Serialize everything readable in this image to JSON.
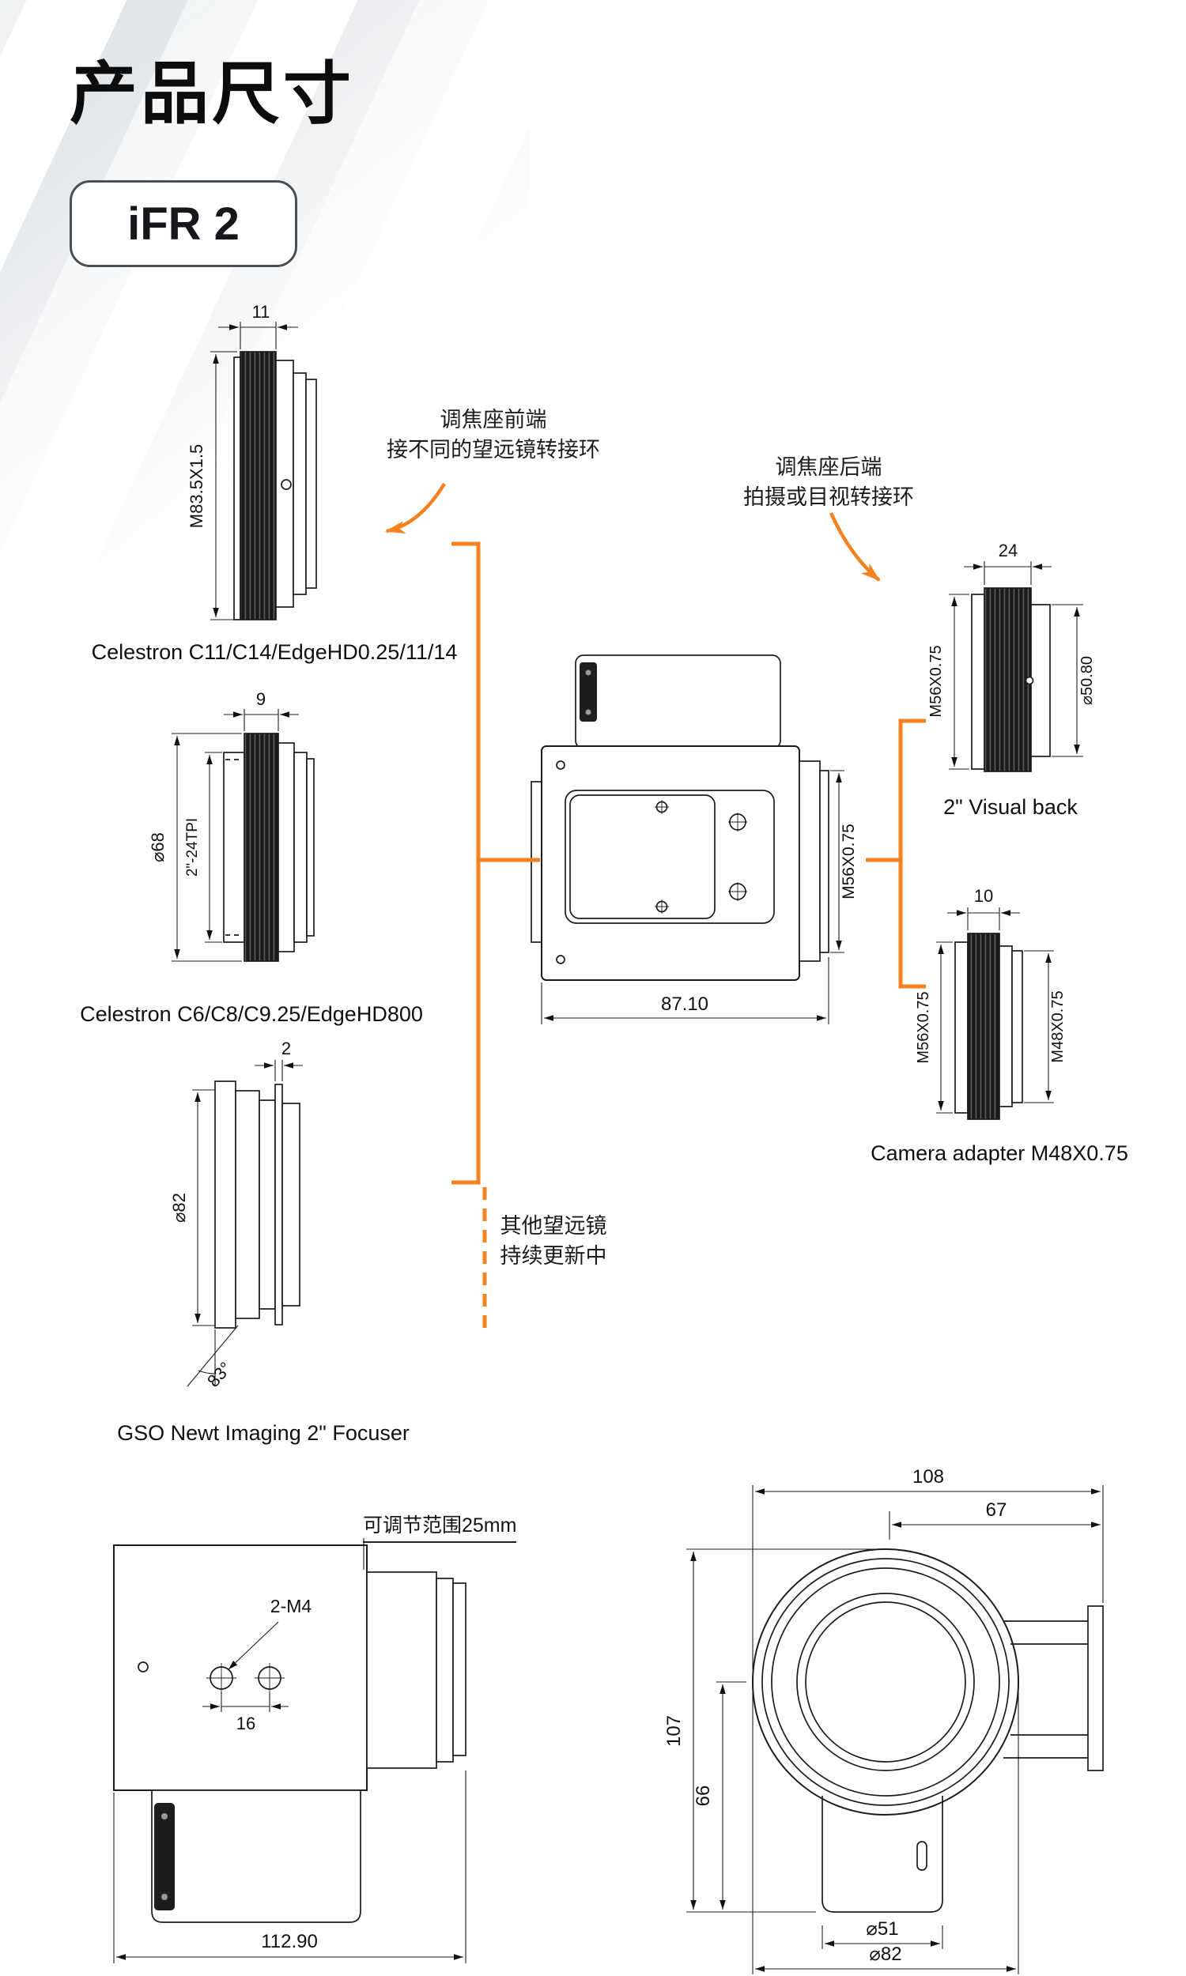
{
  "page": {
    "title": "产品尺寸",
    "badge": "iFR 2"
  },
  "colors": {
    "accent": "#F58220",
    "line": "#1c1c1c"
  },
  "notes": {
    "front": {
      "line1": "调焦座前端",
      "line2": "接不同的望远镜转接环"
    },
    "rear": {
      "line1": "调焦座后端",
      "line2": "拍摄或目视转接环"
    },
    "other": {
      "line1": "其他望远镜",
      "line2": "持续更新中"
    },
    "adjust_range": "可调节范围25mm"
  },
  "adapters": {
    "c11": {
      "label": "Celestron C11/C14/EdgeHD0.25/11/14",
      "width": "11",
      "thread": "M83.5X1.5"
    },
    "c8": {
      "label": "Celestron C6/C8/C9.25/EdgeHD800",
      "width": "9",
      "diameter": "⌀68",
      "thread": "2\"-24TPI"
    },
    "gso": {
      "label": "GSO Newt Imaging 2\" Focuser",
      "width": "2",
      "diameter": "⌀82",
      "angle": "83°"
    },
    "visual_back": {
      "label": "2\" Visual back",
      "width": "24",
      "thread_left": "M56X0.75",
      "bore": "⌀50.80"
    },
    "camera": {
      "label": "Camera adapter M48X0.75",
      "width": "10",
      "thread_left": "M56X0.75",
      "thread_right": "M48X0.75"
    }
  },
  "focuser_body": {
    "width": "87.10",
    "rear_thread": "M56X0.75"
  },
  "side_view": {
    "screw_label": "2-M4",
    "screw_spacing": "16",
    "total_length": "112.90"
  },
  "front_view": {
    "overall_width": "108",
    "plate_width": "67",
    "overall_height": "107",
    "lower_height": "66",
    "inner_diameter": "⌀51",
    "outer_diameter": "⌀82"
  }
}
